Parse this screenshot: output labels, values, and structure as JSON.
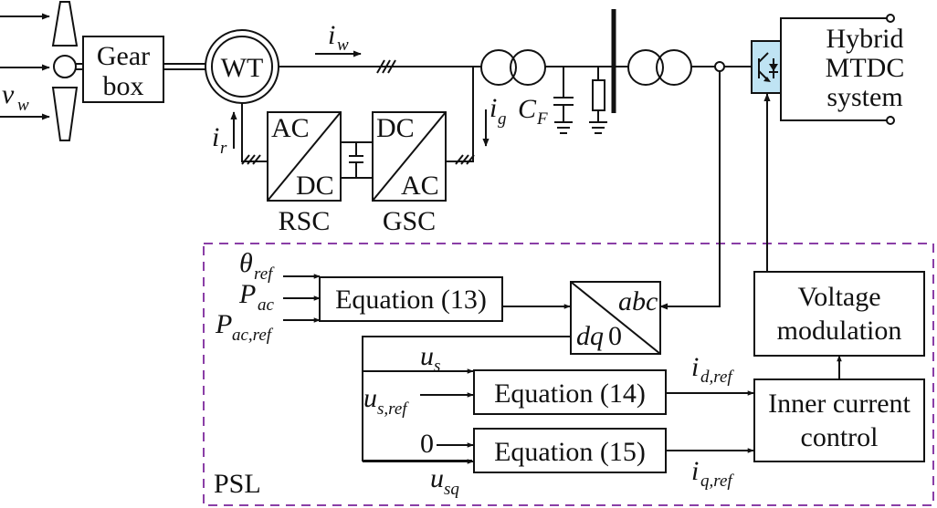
{
  "colors": {
    "line": "#111111",
    "psl_border": "#8a3ea6",
    "converter_fill": "#bfe3f3",
    "blade_fill": "#ffffff"
  },
  "labels": {
    "gear_l1": "Gear",
    "gear_l2": "box",
    "wt": "WT",
    "v_main": "v",
    "v_sub": "w",
    "iw_main": "i",
    "iw_sub": "w",
    "ir_main": "i",
    "ir_sub": "r",
    "ig_main": "i",
    "ig_sub": "g",
    "cf_main": "C",
    "cf_sub": "F",
    "rsc_ac": "AC",
    "rsc_dc": "DC",
    "gsc_dc": "DC",
    "gsc_ac": "AC",
    "rsc": "RSC",
    "gsc": "GSC",
    "hybrid_l1": "Hybrid",
    "hybrid_l2": "MTDC",
    "hybrid_l3": "system",
    "psl": "PSL",
    "theta_main": "θ",
    "theta_sub": "ref",
    "pac_main": "P",
    "pac_sub": "ac",
    "pacref_main": "P",
    "pacref_sub": "ac,ref",
    "eq13": "Equation (13)",
    "eq14": "Equation (14)",
    "eq15": "Equation (15)",
    "abc": "abc",
    "dq0_it": "dq",
    "dq0_zero": "0",
    "us_main": "u",
    "us_sub": "s",
    "usref_main": "u",
    "usref_sub": "s,ref",
    "zero": "0",
    "usq_main": "u",
    "usq_sub": "sq",
    "idref_main": "i",
    "idref_sub": "d,ref",
    "iqref_main": "i",
    "iqref_sub": "q,ref",
    "vm_l1": "Voltage",
    "vm_l2": "modulation",
    "icc_l1": "Inner current",
    "icc_l2": "control"
  }
}
